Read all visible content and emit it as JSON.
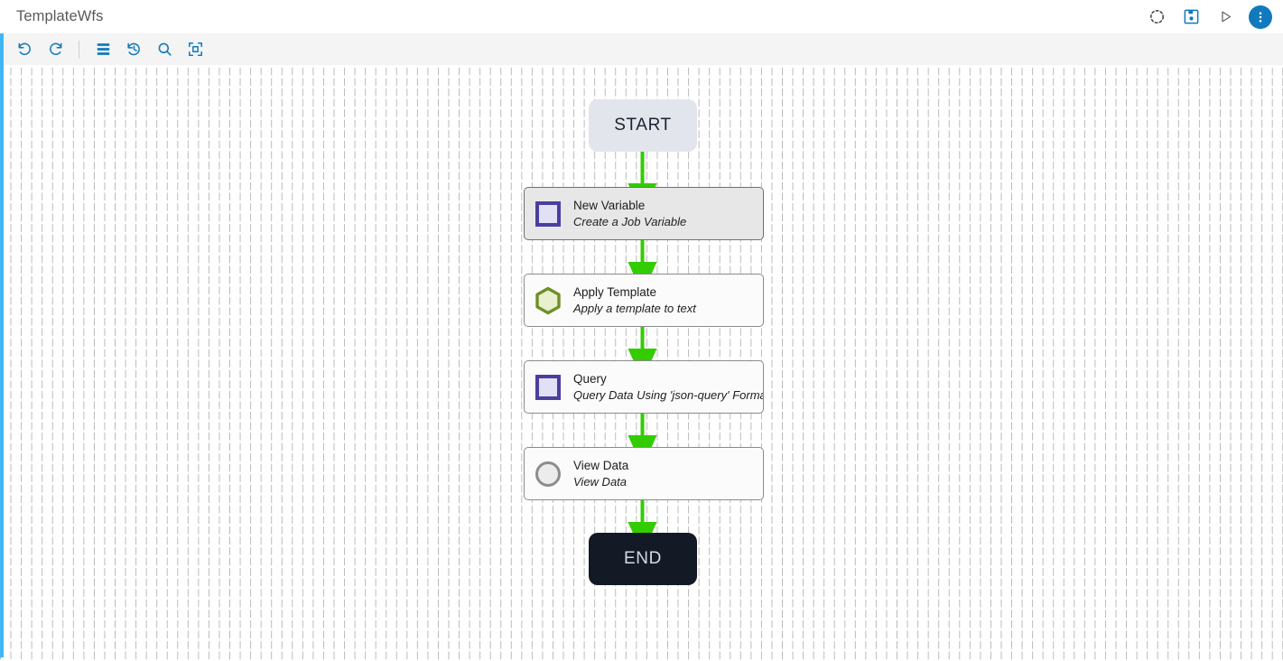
{
  "titlebar": {
    "title": "TemplateWfs",
    "actions": [
      {
        "name": "refresh-icon",
        "label": "Refresh"
      },
      {
        "name": "save-icon",
        "label": "Save"
      },
      {
        "name": "run-icon",
        "label": "Run"
      },
      {
        "name": "more-options-icon",
        "label": "More options"
      }
    ]
  },
  "toolbar": {
    "buttons": [
      {
        "name": "undo-icon",
        "label": "Undo"
      },
      {
        "name": "redo-icon",
        "label": "Redo"
      },
      {
        "name": "layout-icon",
        "label": "Auto layout"
      },
      {
        "name": "history-icon",
        "label": "History"
      },
      {
        "name": "search-icon",
        "label": "Search"
      },
      {
        "name": "fit-to-screen-icon",
        "label": "Fit to screen"
      }
    ]
  },
  "workflow": {
    "start_label": "START",
    "end_label": "END",
    "steps": [
      {
        "title": "New Variable",
        "subtitle": "Create a Job Variable",
        "icon": "square-icon",
        "state": "selected"
      },
      {
        "title": "Apply Template",
        "subtitle": "Apply a template to text",
        "icon": "hexagon-icon",
        "state": "plain"
      },
      {
        "title": "Query",
        "subtitle": "Query Data Using 'json-query' Format",
        "icon": "square-icon",
        "state": "plain"
      },
      {
        "title": "View Data",
        "subtitle": "View Data",
        "icon": "circle-icon",
        "state": "plain"
      }
    ]
  },
  "colors": {
    "accent_blue": "#41b6f4",
    "icon_blue": "#1179bd",
    "connector_green": "#33cc00",
    "end_node": "#131a26",
    "start_node": "#e2e5ec",
    "hexagon_stroke": "#6f8f28",
    "hexagon_fill": "#e8f0ce",
    "square_stroke": "#4a3f9e",
    "square_fill": "#e2e0f5"
  }
}
